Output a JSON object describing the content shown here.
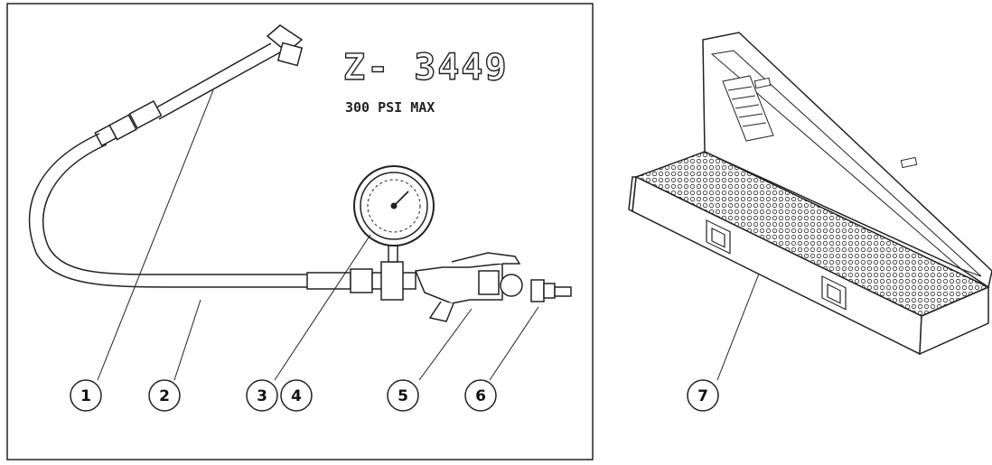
{
  "part_number": "Z- 3449",
  "pressure_rating": "300 PSI MAX",
  "callouts": [
    "1",
    "2",
    "3",
    "4",
    "5",
    "6",
    "7"
  ]
}
